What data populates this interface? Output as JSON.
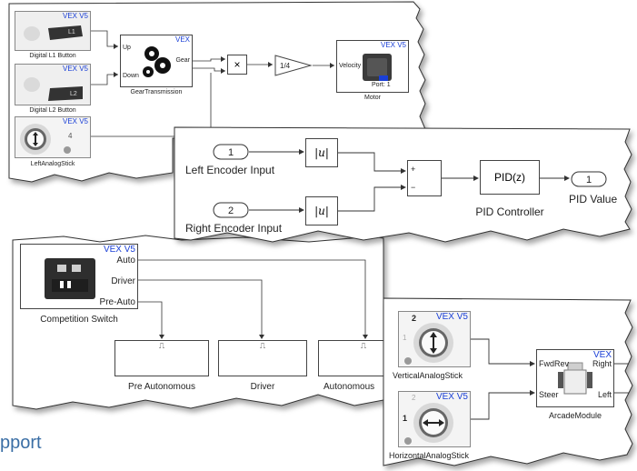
{
  "brand_label": "VEX V5",
  "brand_label_short": "VEX",
  "panel1": {
    "l1_button": {
      "badge": "L1",
      "caption": "Digital L1 Button"
    },
    "l2_button": {
      "badge": "L2",
      "caption": "Digital L2 Button"
    },
    "left_stick": {
      "caption": "LeftAnalogStick",
      "port_value": "4"
    },
    "gear_transmission": {
      "caption": "GearTransmission",
      "port_up": "Up",
      "port_down": "Down",
      "port_gear": "Gear"
    },
    "product": {
      "symbol": "×"
    },
    "gain": {
      "value": "1/4"
    },
    "motor": {
      "caption": "Motor",
      "port_velocity": "Velocity",
      "port_label": "Port: 1"
    }
  },
  "panel2": {
    "inport1": {
      "number": "1",
      "caption": "Left Encoder Input"
    },
    "inport2": {
      "number": "2",
      "caption": "Right Encoder Input"
    },
    "abs_symbol": "|u|",
    "sum_signs": [
      "+",
      "−"
    ],
    "pid": {
      "label": "PID(z)",
      "caption": "PID Controller"
    },
    "outport": {
      "number": "1",
      "caption": "PID Value"
    }
  },
  "panel3": {
    "competition_switch": {
      "caption": "Competition Switch",
      "ports": [
        "Auto",
        "Driver",
        "Pre-Auto"
      ]
    },
    "subsystems": [
      "Pre Autonomous",
      "Driver",
      "Autonomous"
    ],
    "trigger_symbol": "⎍"
  },
  "panel4": {
    "vertical_stick": {
      "caption": "VerticalAnalogStick",
      "port_value": "2",
      "aux_value": "1"
    },
    "horizontal_stick": {
      "caption": "HorizontalAnalogStick",
      "port_value": "1",
      "aux_value": "2"
    },
    "arcade": {
      "caption": "ArcadeModule",
      "in_fwdrev": "FwdRev",
      "in_steer": "Steer",
      "out_right": "Right",
      "out_left": "Left"
    }
  },
  "background_text": "pport",
  "colors": {
    "brand": "#1a3fd6",
    "link_text": "#3a6ea5"
  }
}
